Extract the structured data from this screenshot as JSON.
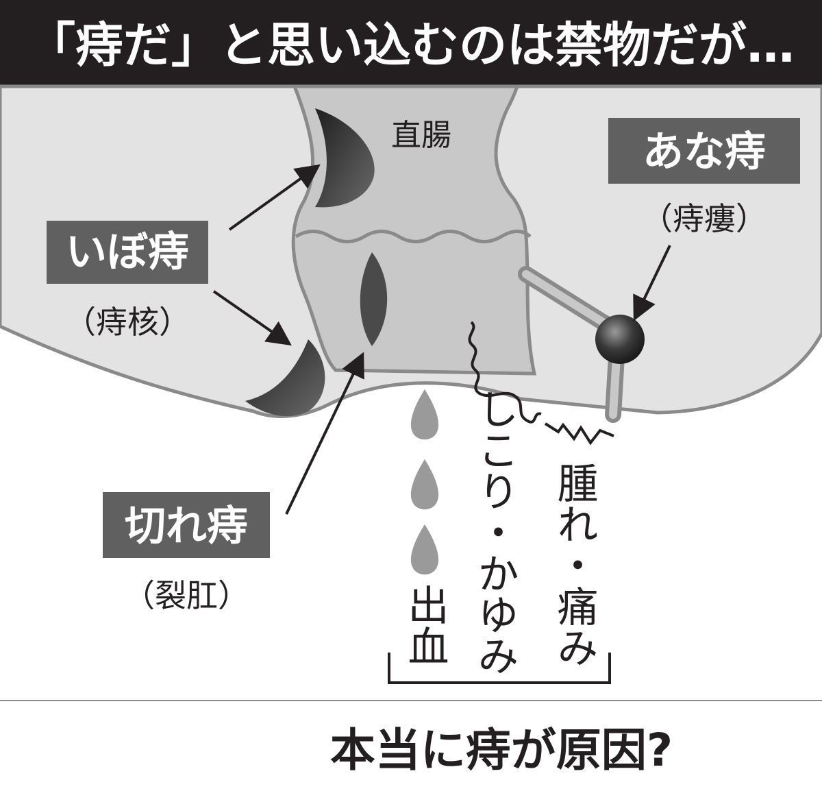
{
  "title": "「痔だ」と思い込むのは禁物だが…",
  "labels": {
    "rectum": "直腸",
    "ibo": {
      "name": "いぼ痔",
      "sub": "（痔核）"
    },
    "kire": {
      "name": "切れ痔",
      "sub": "（裂肛）"
    },
    "ana": {
      "name": "あな痔",
      "sub": "（痔瘻）"
    }
  },
  "symptoms": {
    "bleeding": "出血",
    "lump_itch": "しこり・かゆみ",
    "swell_pain": "腫れ・痛み"
  },
  "question": "本当に痔が原因?",
  "colors": {
    "title_bg": "#231f20",
    "title_text": "#ffffff",
    "skin_fill": "#e3e3e3",
    "canal_fill": "#c8c8c8",
    "outline": "#8a8a8a",
    "label_bg": "#606060",
    "lesion_dark": "#3f3f3f",
    "drop": "#9a9a9a",
    "text_dark": "#231f20"
  }
}
